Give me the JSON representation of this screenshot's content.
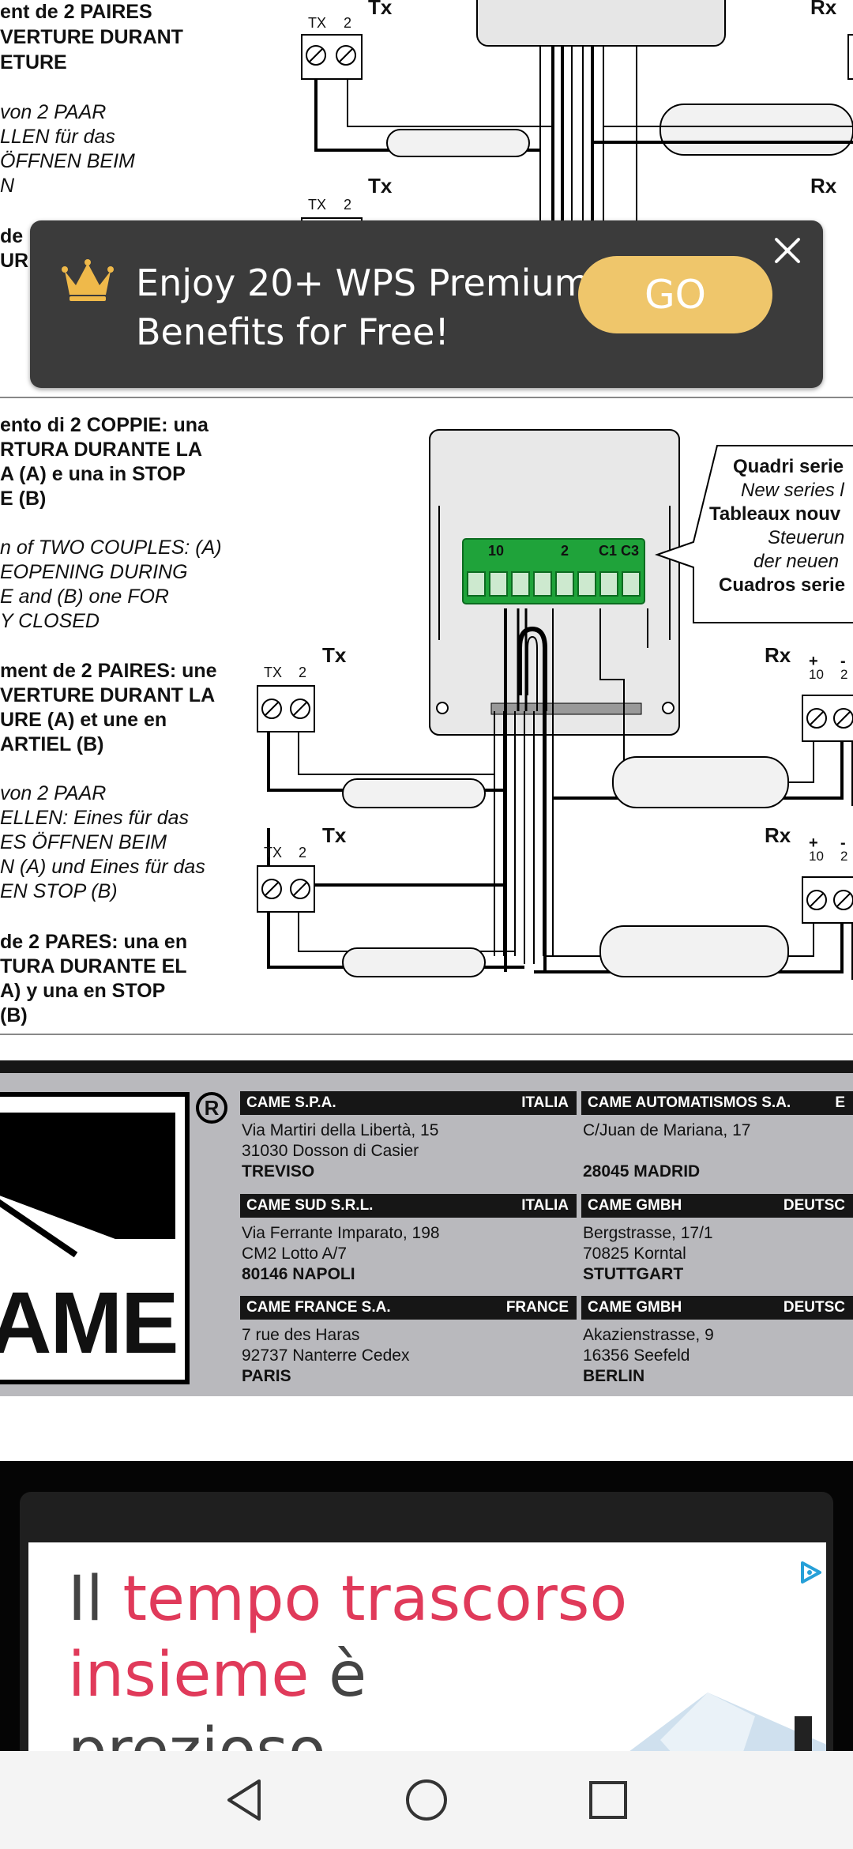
{
  "colors": {
    "banner_bg": "#3b3b3b",
    "go_button": "#efc66b",
    "terminal_green": "#1fa33a",
    "ad_red": "#e03a5a",
    "band_gray": "#b9b9bd"
  },
  "top_left_text": [
    {
      "text": "ent de 2 PAIRES",
      "style": "bold"
    },
    {
      "text": "VERTURE DURANT",
      "style": "bold"
    },
    {
      "text": "ETURE",
      "style": "bold"
    },
    {
      "text": "von 2 PAAR",
      "style": "italic"
    },
    {
      "text": "LLEN für das",
      "style": "italic"
    },
    {
      "text": " ÖFFNEN BEIM",
      "style": "italic"
    },
    {
      "text": "N",
      "style": "italic"
    },
    {
      "text": "de",
      "style": "bold"
    },
    {
      "text": "UR",
      "style": "bold"
    }
  ],
  "banner": {
    "line1": "Enjoy 20+ WPS Premium",
    "line2": "Benefits for Free!",
    "go_label": "GO",
    "crown_icon": "crown-icon",
    "close_icon": "close-icon"
  },
  "diagram_labels": {
    "tx": "Tx",
    "rx": "Rx",
    "tx_small": "TX",
    "two": "2",
    "ten": "10",
    "plus": "+",
    "minus": "-",
    "c1c3": "C1 C3"
  },
  "middle_left_text": [
    {
      "text": "ento di 2 COPPIE: una",
      "style": "bold"
    },
    {
      "text": "RTURA DURANTE LA",
      "style": "bold"
    },
    {
      "text": "A (A) e una in STOP",
      "style": "bold"
    },
    {
      "text": "E (B)",
      "style": "bold"
    },
    {
      "text": "n of TWO COUPLES: (A)",
      "style": "italic"
    },
    {
      "text": "EOPENING DURING",
      "style": "italic"
    },
    {
      "text": "E and (B) one FOR",
      "style": "italic"
    },
    {
      "text": "Y CLOSED",
      "style": "italic"
    },
    {
      "text": "ment de 2 PAIRES: une",
      "style": "bold"
    },
    {
      "text": "VERTURE DURANT LA",
      "style": "bold"
    },
    {
      "text": "URE (A) et une en",
      "style": "bold"
    },
    {
      "text": "ARTIEL (B)",
      "style": "bold"
    },
    {
      "text": "von 2 PAAR",
      "style": "italic"
    },
    {
      "text": "ELLEN: Eines für das",
      "style": "italic"
    },
    {
      "text": "ES ÖFFNEN BEIM",
      "style": "italic"
    },
    {
      "text": "N (A) und Eines für das",
      "style": "italic"
    },
    {
      "text": "EN STOP (B)",
      "style": "italic"
    },
    {
      "text": " de 2 PARES: una en",
      "style": "bold"
    },
    {
      "text": "TURA DURANTE EL",
      "style": "bold"
    },
    {
      "text": "A) y una en STOP",
      "style": "bold"
    },
    {
      "text": "(B)",
      "style": "bold"
    }
  ],
  "callout_lines": [
    {
      "text": "Quadri serie",
      "style": "bold"
    },
    {
      "text": "New series l",
      "style": "italic"
    },
    {
      "text": "Tableaux nouv",
      "style": "bold"
    },
    {
      "text": "Steuerun",
      "style": "italic"
    },
    {
      "text": "der neuen",
      "style": "italic"
    },
    {
      "text": "Cuadros serie",
      "style": "bold"
    }
  ],
  "logo": {
    "text": "AME",
    "registered": "R"
  },
  "companies": [
    {
      "name": "CAME S.P.A.",
      "country": "ITALIA",
      "lines": [
        "Via Martiri della Libertà, 15",
        "31030 Dosson di Casier",
        "TREVISO"
      ]
    },
    {
      "name": "CAME AUTOMATISMOS S.A.",
      "country": "E",
      "lines": [
        "C/Juan de Mariana, 17",
        "",
        "28045 MADRID"
      ]
    },
    {
      "name": "CAME SUD   S.R.L.",
      "country": "ITALIA",
      "lines": [
        "Via Ferrante Imparato, 198",
        "CM2 Lotto A/7",
        "80146 NAPOLI"
      ]
    },
    {
      "name": "CAME GMBH",
      "country": "DEUTSC",
      "lines": [
        "Bergstrasse, 17/1",
        "70825 Korntal",
        "STUTTGART"
      ]
    },
    {
      "name": "CAME FRANCE S.A.",
      "country": "FRANCE",
      "lines": [
        "7 rue des Haras",
        "92737  Nanterre Cedex",
        "PARIS"
      ]
    },
    {
      "name": "CAME GMBH",
      "country": "DEUTSC",
      "lines": [
        "Akazienstrasse, 9",
        "16356 Seefeld",
        "BERLIN"
      ]
    }
  ],
  "ad": {
    "line1_a": "Il ",
    "line1_b": "tempo trascorso",
    "line2_a": "insieme",
    "line2_b": " è",
    "line3": "prezioso",
    "ad_icon": "adchoices-icon"
  },
  "nav": {
    "back": "back-icon",
    "home": "home-icon",
    "recents": "recents-icon"
  }
}
